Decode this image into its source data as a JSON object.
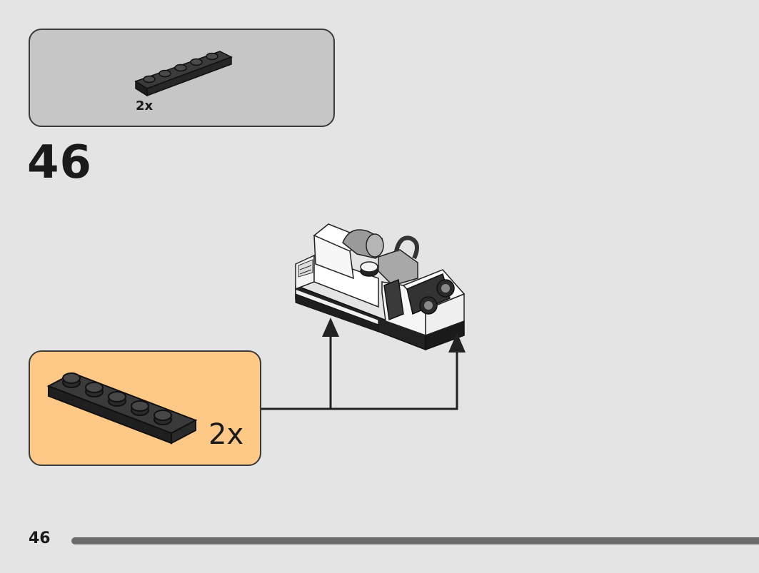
{
  "parts_list": {
    "quantity": "2x",
    "part": "plate-1x6-black-icon"
  },
  "step": {
    "number": "46"
  },
  "subassembly": {
    "quantity": "2x",
    "part": "plate-1x6-black-icon"
  },
  "footer": {
    "page_number": "46",
    "progress": 1.0
  },
  "colors": {
    "background": "#e4e4e4",
    "parts_bg": "#c6c6c6",
    "sub_bg": "#fec986",
    "brick": "#2b2b2b"
  }
}
